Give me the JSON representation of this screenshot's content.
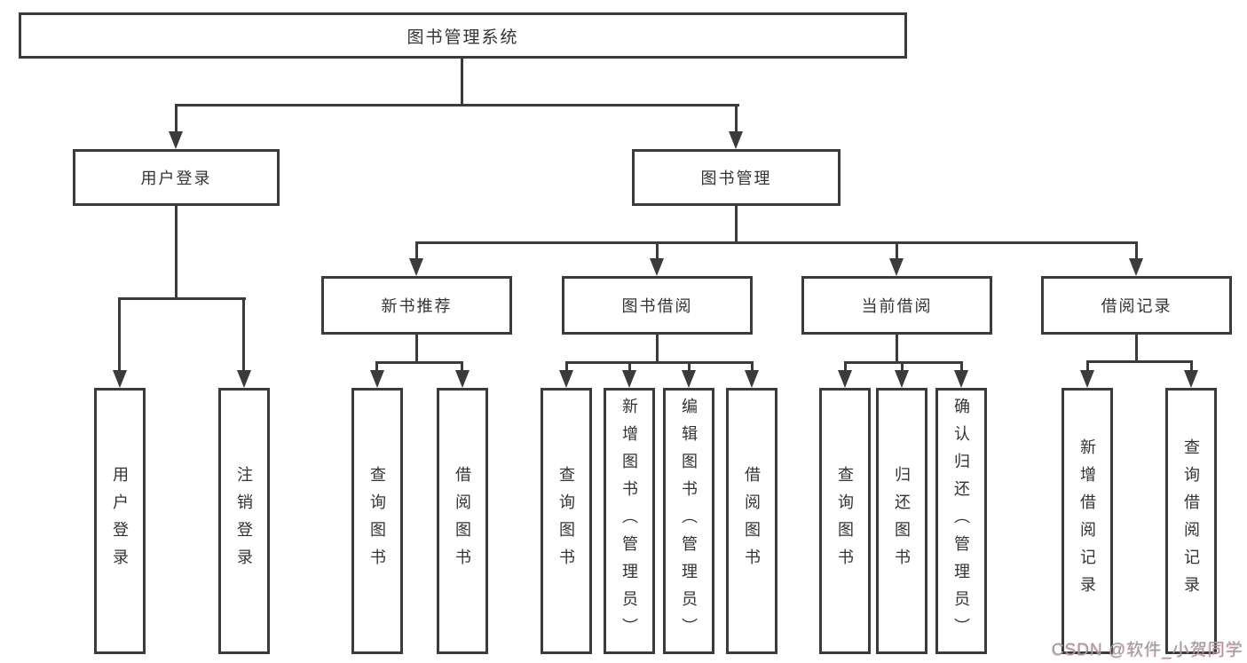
{
  "diagram": {
    "title": "图书管理系统",
    "root": {
      "label": "图书管理系统"
    },
    "level2": [
      {
        "label": "用户登录"
      },
      {
        "label": "图书管理"
      }
    ],
    "level3": [
      {
        "label": "新书推荐"
      },
      {
        "label": "图书借阅"
      },
      {
        "label": "当前借阅"
      },
      {
        "label": "借阅记录"
      }
    ],
    "leaves": {
      "user_login": [
        {
          "label": "用户登录"
        },
        {
          "label": "注销登录"
        }
      ],
      "new_book": [
        {
          "label": "查询图书"
        },
        {
          "label": "借阅图书"
        }
      ],
      "borrow": [
        {
          "label": "查询图书"
        },
        {
          "label": "新增图书（管理员）"
        },
        {
          "label": "编辑图书（管理员）"
        },
        {
          "label": "借阅图书"
        }
      ],
      "current": [
        {
          "label": "查询图书"
        },
        {
          "label": "归还图书"
        },
        {
          "label": "确认归还（管理员）"
        }
      ],
      "records": [
        {
          "label": "新增借阅记录"
        },
        {
          "label": "查询借阅记录"
        }
      ]
    }
  },
  "watermark": {
    "text": "CSDN @软件_小贺同学"
  },
  "colors": {
    "line": "#3b3b3b",
    "text": "#333333",
    "background": "#ffffff",
    "watermark": "#9e9e9e",
    "watermark_shadow": "#d67694"
  }
}
